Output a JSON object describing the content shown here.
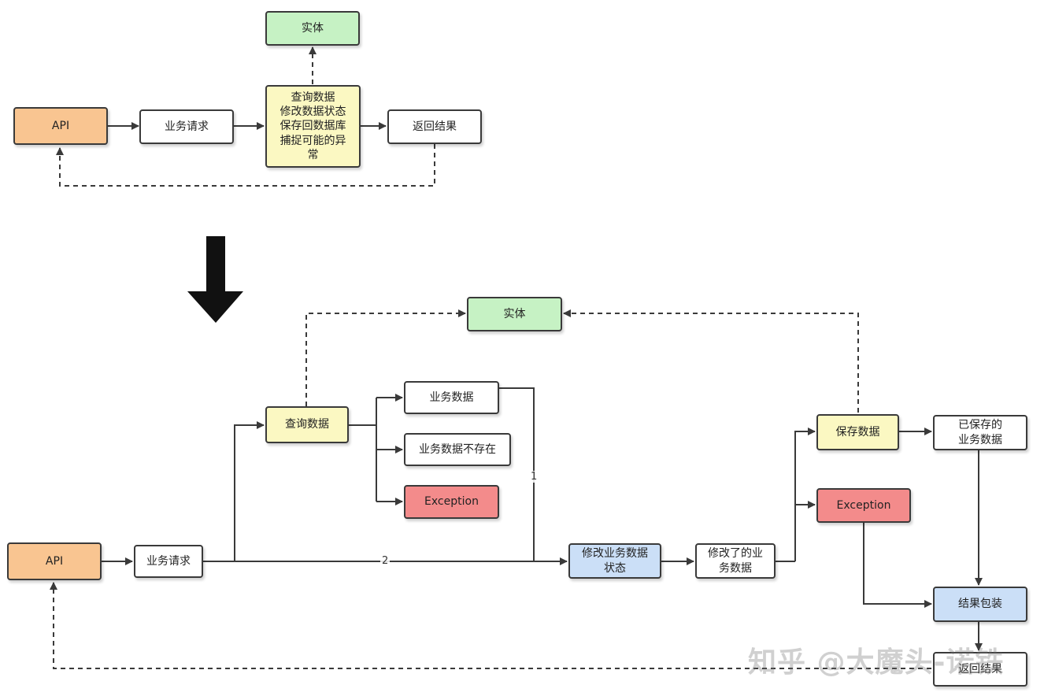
{
  "top_diagram": {
    "api": "API",
    "request": "业务请求",
    "process": "查询数据\n修改数据状态\n保存回数据库\n捕捉可能的异\n常",
    "entity": "实体",
    "return": "返回结果"
  },
  "bottom_diagram": {
    "api": "API",
    "request": "业务请求",
    "query": "查询数据",
    "entity": "实体",
    "biz_data": "业务数据",
    "biz_not_exist": "业务数据不存在",
    "exception_query": "Exception",
    "modify_state": "修改业务数据\n状态",
    "modified_data": "修改了的业\n务数据",
    "save_data": "保存数据",
    "saved_data": "已保存的\n业务数据",
    "exception_save": "Exception",
    "wrap_result": "结果包装",
    "return": "返回结果",
    "edge_label_1": "1",
    "edge_label_2": "2"
  },
  "watermark": "知乎 @大魔头-诺铁",
  "colors": {
    "api": "#f9c591",
    "entity": "#c6f2c4",
    "process": "#fbf8c2",
    "modify": "#cbdff7",
    "exception": "#f38b8b",
    "line": "#3a3a3a"
  }
}
